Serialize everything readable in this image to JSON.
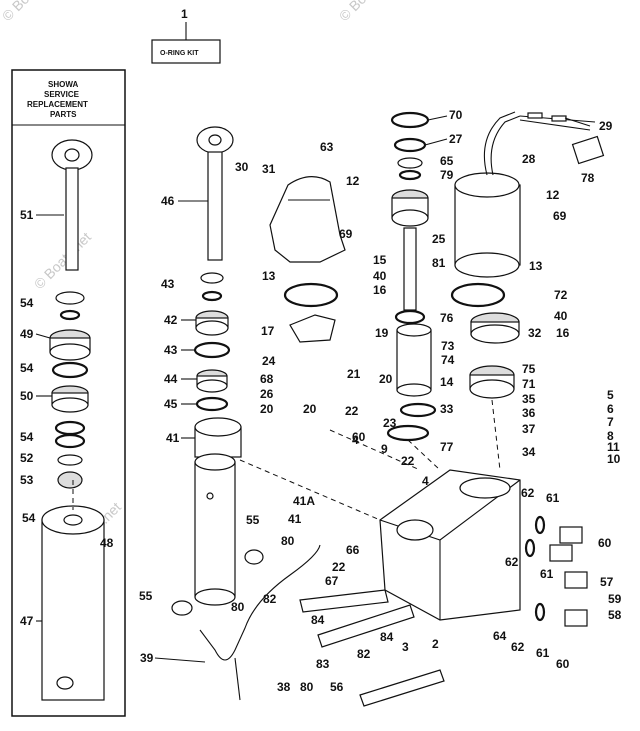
{
  "kit_box": {
    "callout": "1",
    "label": "O-RING KIT"
  },
  "showa_box": {
    "lines": [
      "SHOWA",
      "SERVICE",
      "REPLACEMENT",
      "PARTS"
    ]
  },
  "watermarks": [
    "© Boats.net",
    "© Boats.net",
    "© Boats.net",
    "© Boats.net"
  ],
  "part_numbers": {
    "p2": "2",
    "p3": "3",
    "p4a": "4",
    "p4b": "4",
    "p5": "5",
    "p6": "6",
    "p7": "7",
    "p8": "8",
    "p9": "9",
    "p10": "10",
    "p11": "11",
    "p12a": "12",
    "p12b": "12",
    "p13a": "13",
    "p13b": "13",
    "p14": "14",
    "p15": "15",
    "p16a": "16",
    "p16b": "16",
    "p17": "17",
    "p19": "19",
    "p20a": "20",
    "p20b": "20",
    "p20c": "20",
    "p21": "21",
    "p22a": "22",
    "p22b": "22",
    "p22c": "22",
    "p23": "23",
    "p24": "24",
    "p25": "25",
    "p26": "26",
    "p27": "27",
    "p28": "28",
    "p29": "29",
    "p30": "30",
    "p31": "31",
    "p32": "32",
    "p33": "33",
    "p34": "34",
    "p35": "35",
    "p36": "36",
    "p37": "37",
    "p38": "38",
    "p39": "39",
    "p40a": "40",
    "p40b": "40",
    "p41": "41",
    "p41b": "41",
    "p41a": "41A",
    "p42": "42",
    "p43a": "43",
    "p43b": "43",
    "p44": "44",
    "p45": "45",
    "p46": "46",
    "p47": "47",
    "p48": "48",
    "p49": "49",
    "p50": "50",
    "p51": "51",
    "p52": "52",
    "p53": "53",
    "p54a": "54",
    "p54b": "54",
    "p54c": "54",
    "p54d": "54",
    "p55a": "55",
    "p55b": "55",
    "p56": "56",
    "p57": "57",
    "p58": "58",
    "p59": "59",
    "p60a": "60",
    "p60b": "60",
    "p60c": "60",
    "p61a": "61",
    "p61b": "61",
    "p61c": "61",
    "p62a": "62",
    "p62b": "62",
    "p62c": "62",
    "p63": "63",
    "p64": "64",
    "p65": "65",
    "p66": "66",
    "p67": "67",
    "p68": "68",
    "p69a": "69",
    "p69b": "69",
    "p70": "70",
    "p71": "71",
    "p72": "72",
    "p73": "73",
    "p74": "74",
    "p75": "75",
    "p76": "76",
    "p77": "77",
    "p78": "78",
    "p79": "79",
    "p80a": "80",
    "p80b": "80",
    "p80c": "80",
    "p81": "81",
    "p82a": "82",
    "p82b": "82",
    "p83": "83",
    "p84a": "84",
    "p84b": "84"
  }
}
